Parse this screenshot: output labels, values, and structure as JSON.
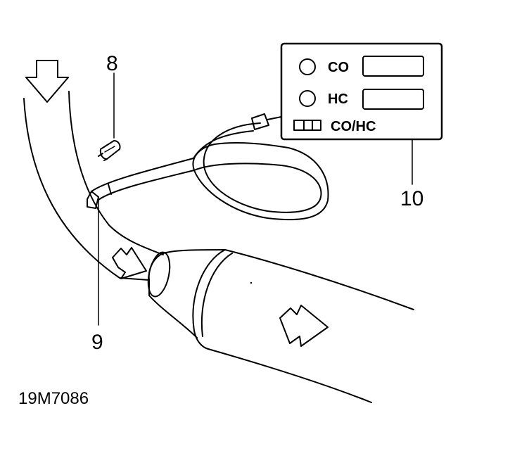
{
  "callouts": {
    "screw": "8",
    "probe": "9",
    "analyser": "10"
  },
  "analyser_panel": {
    "co_label": "CO",
    "hc_label": "HC",
    "switch_label": "CO/HC"
  },
  "figure_id": "19M7086"
}
